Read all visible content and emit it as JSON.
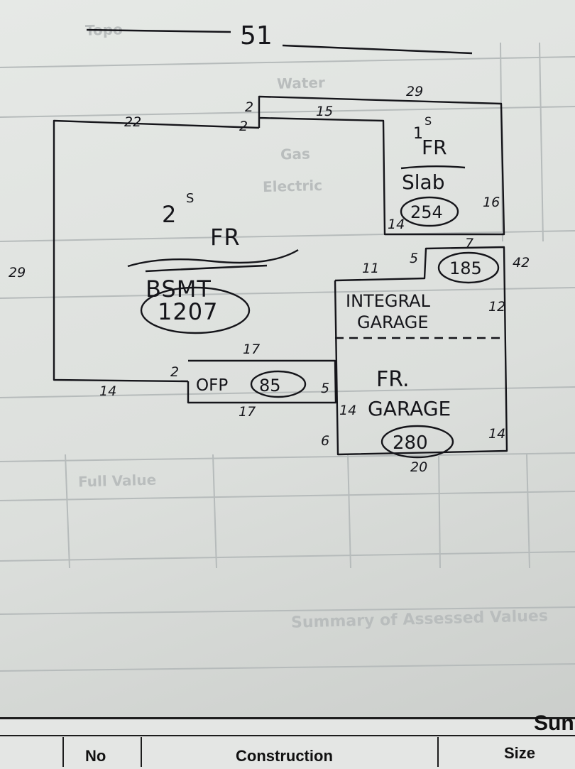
{
  "sketch": {
    "lot_number": "51",
    "main_house": {
      "stories": "2",
      "stories_sup": "S",
      "construction": "FR",
      "foundation": "BSMT",
      "area": "1207",
      "dims": {
        "top": "22",
        "left": "29",
        "bottom": "14",
        "right_notch_a": "2",
        "right_notch_b": "2"
      }
    },
    "rear_wing": {
      "stories": "1",
      "stories_sup": "S",
      "construction": "FR",
      "foundation": "Slab",
      "area": "254",
      "dims": {
        "top": "29",
        "inner_top": "15",
        "right": "16",
        "bottom_left": "14"
      }
    },
    "integral_garage": {
      "line1": "INTEGRAL",
      "line2": "GARAGE",
      "area": "185",
      "dims": {
        "top": "11",
        "notch": "5",
        "notch_top": "7",
        "right": "12",
        "overall_right": "42"
      }
    },
    "frame_garage": {
      "line1": "FR.",
      "line2": "GARAGE",
      "area": "280",
      "dims": {
        "left": "14",
        "right": "14",
        "bottom": "20",
        "lower_left": "6"
      }
    },
    "porch": {
      "label": "OFP",
      "area": "85",
      "dims": {
        "top": "17",
        "bottom": "17",
        "left": "2",
        "right": "5"
      }
    }
  },
  "footer": {
    "title_fragment": "Sun",
    "col_no": "No",
    "col_construction": "Construction",
    "col_size": "Size"
  },
  "colors": {
    "ink": "#15151a",
    "paper": "#e2e5e2",
    "grid": "#b3b8b8"
  }
}
